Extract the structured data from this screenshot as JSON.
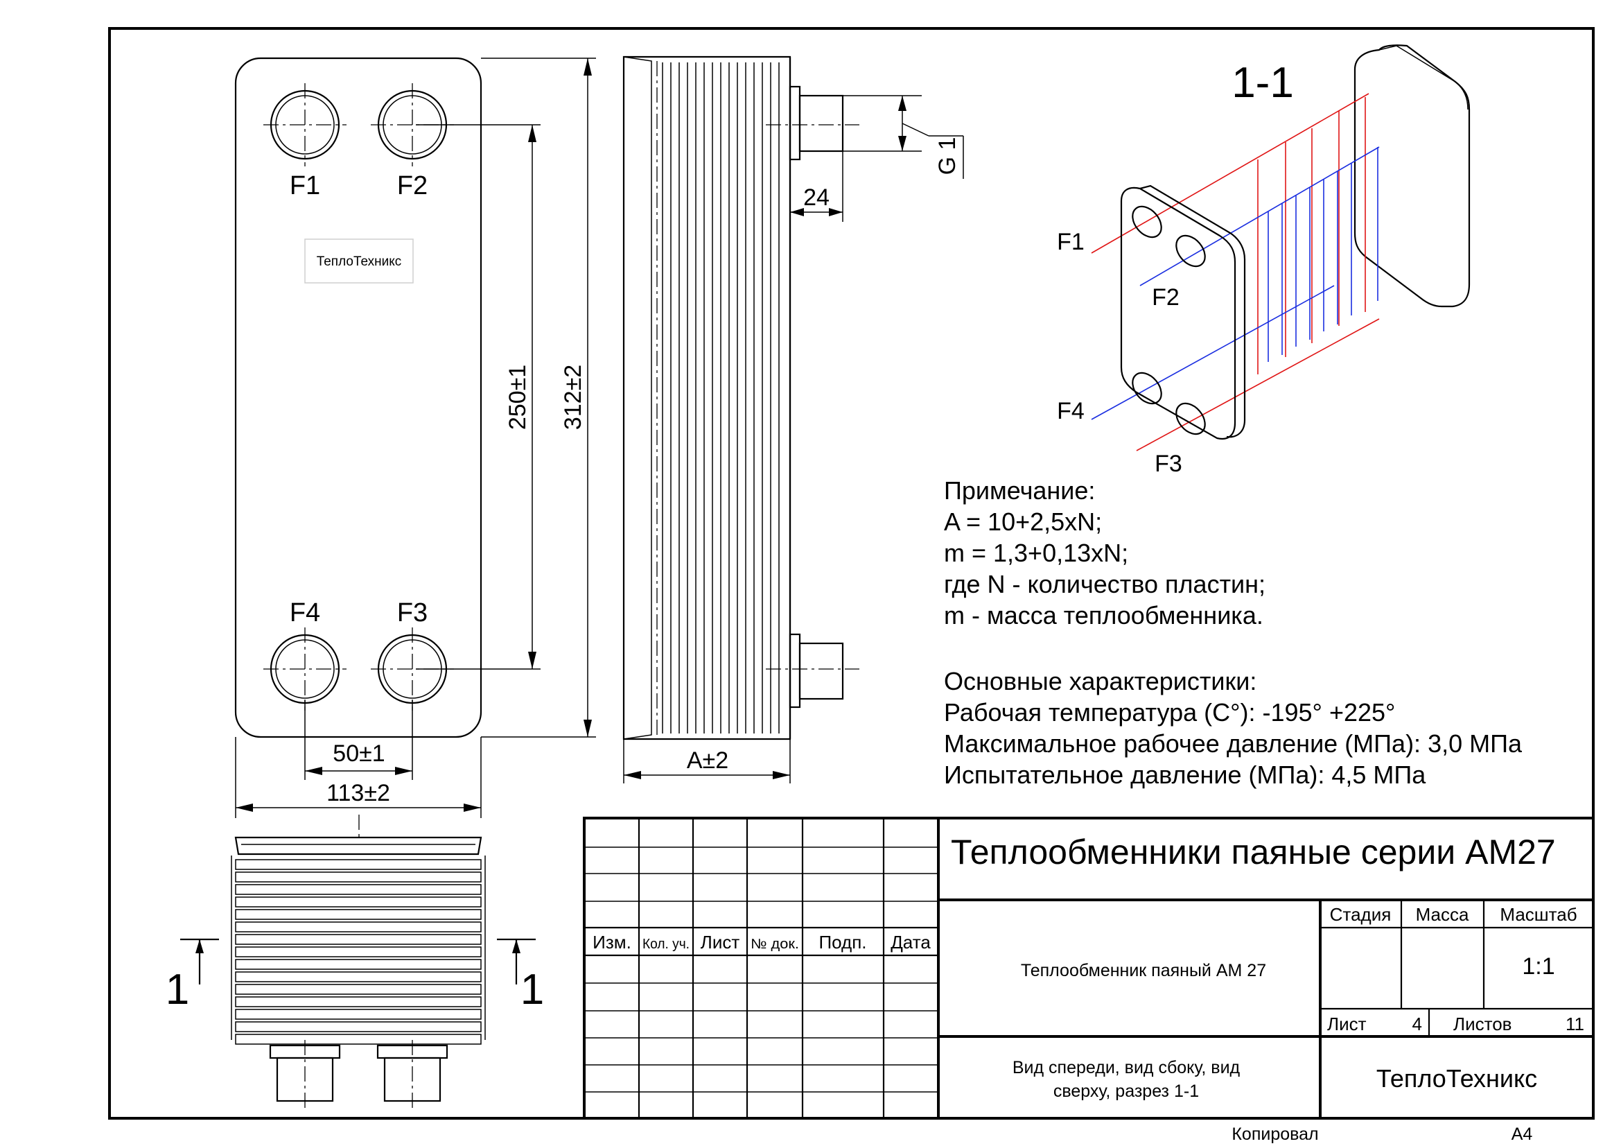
{
  "labels": {
    "port_f1": "F1",
    "port_f2": "F2",
    "port_f3": "F3",
    "port_f4": "F4",
    "brand_plate": "ТеплоТехникс",
    "section_title": "1-1",
    "section_mark": "1"
  },
  "dimensions": {
    "port_vertical": "250±1",
    "total_height": "312±2",
    "port_horizontal": "50±1",
    "total_width": "113±2",
    "pack_length": "A±2",
    "nozzle_length": "24",
    "thread": "G 1"
  },
  "notes": {
    "heading": "Примечание:",
    "lines": [
      "A = 10+2,5xN;",
      "m = 1,3+0,13xN;",
      "где N - количество пластин;",
      "m - масса теплообменника."
    ]
  },
  "specs": {
    "heading": "Основные характеристики:",
    "temperature": "Рабочая температура (С°): -195° +225°",
    "max_pressure": "Максимальное рабочее давление (МПа): 3,0 МПа",
    "test_pressure": "Испытательное давление (МПа): 4,5 МПа"
  },
  "title_block": {
    "title": "Теплообменники паяные серии АМ27",
    "headers": [
      "Изм.",
      "Кол. уч.",
      "Лист",
      "№ док.",
      "Подп.",
      "Дата"
    ],
    "product": "Теплообменник паяный АМ 27",
    "views_line1": "Вид спереди, вид сбоку, вид",
    "views_line2": "сверху, разрез 1-1",
    "stage_label": "Стадия",
    "mass_label": "Масса",
    "scale_label": "Масштаб",
    "scale_value": "1:1",
    "sheet_label": "Лист",
    "sheet_value": "4",
    "sheets_label": "Листов",
    "sheets_value": "11",
    "company": "ТеплоТехникс"
  },
  "footer": {
    "copied": "Копировал",
    "format": "А4"
  },
  "colors": {
    "line": "#000000",
    "hot_circuit": "#e01515",
    "cold_circuit": "#1a2ee0"
  }
}
